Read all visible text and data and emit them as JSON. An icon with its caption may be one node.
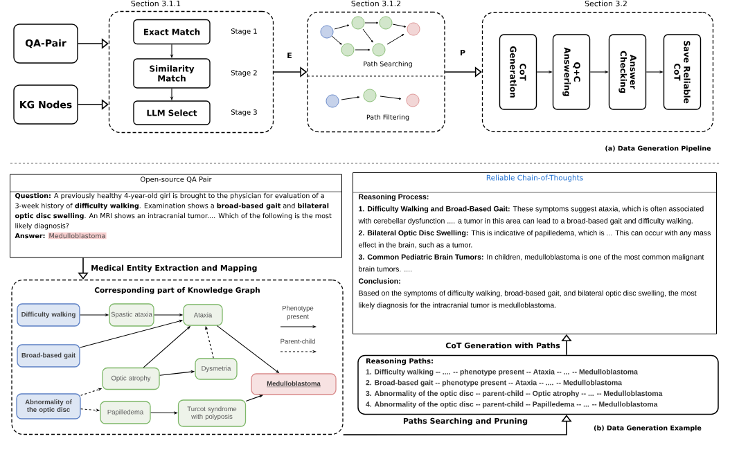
{
  "diagram": {
    "nodes": [
      {
        "text": [
          "QA-Pair"
        ]
      },
      {
        "text": [
          "KG Nodes"
        ]
      },
      {
        "text": [
          "Section 3.1.1"
        ]
      },
      {
        "text": [
          "Exact Match"
        ],
        "in": 2,
        "beside": [
          "Stage 1"
        ]
      },
      {
        "text": [
          "Similarity Match"
        ],
        "in": 2,
        "beside": [
          "Stage 2"
        ]
      },
      {
        "text": [
          "LLM Select"
        ],
        "in": 2,
        "beside": [
          "Stage 3"
        ]
      },
      {
        "text": [
          "Section 3.1.2",
          "Path Searching",
          "Path Filtering"
        ]
      },
      {
        "text": [
          "Section 3.2"
        ]
      },
      {
        "text": [
          "CoT Generation"
        ],
        "in": 7
      },
      {
        "text": [
          "Q+C Answering"
        ],
        "in": 7
      },
      {
        "text": [
          "Answer Checking"
        ],
        "in": 7
      },
      {
        "text": [
          "Save Reliable CoT"
        ],
        "in": 7
      },
      {
        "text": [
          "Open-source QA Pair",
          "**Question:** A previously healthy 4-year-old girl is brought to the physician for evaluation of a 3-week history of **difficulty walking**. Examination shows a **broad-based gait** and **bilateral optic disc swelling**. An MRI shows an intracranial tumor.... Which of the following is the most likely diagnosis?",
          "Answer:",
          "Medulloblastoma"
        ]
      },
      {
        "text": [
          "Corresponding part of Knowledge Graph"
        ]
      },
      {
        "text": [
          "Difficulty walking"
        ],
        "in": 13
      },
      {
        "text": [
          "Spastic ataxia"
        ],
        "in": 13
      },
      {
        "text": [
          "Ataxia"
        ],
        "in": 13
      },
      {
        "text": [
          "Broad-based gait"
        ],
        "in": 13
      },
      {
        "text": [
          "Dysmetria"
        ],
        "in": 13
      },
      {
        "text": [
          "Optic atrophy"
        ],
        "in": 13
      },
      {
        "text": [
          "Medulloblastoma"
        ],
        "in": 13
      },
      {
        "text": [
          "Abnormality of the optic disc"
        ],
        "in": 13
      },
      {
        "text": [
          "Papilledema"
        ],
        "in": 13
      },
      {
        "text": [
          "Turcot syndrome with polyposis"
        ],
        "in": 13
      },
      {
        "text": [
          "Reliable Chain-of-Thoughts",
          "Reasoning Process:",
          "**1. Difficulty Walking and Broad-Based Gait:** These symptoms suggest ataxia, which is often associated with cerebellar dysfunction .... a tumor in this area can lead to a broad-based gait and difficulty walking.",
          "**2. Bilateral Optic Disc Swelling:** This is indicative of papilledema, which is ... This can occur with any mass effect in the brain, such as a tumor.",
          "**3. Common Pediatric Brain Tumors:** In children, medulloblastoma is one of the most common malignant brain tumors. ....",
          "Conclusion:",
          "Based on the symptoms of difficulty walking, broad-based gait, and bilateral optic disc swelling, the most likely diagnosis for the intracranial tumor is medulloblastoma."
        ]
      },
      {
        "text": [
          "Reasoning Paths:",
          "1. Difficulty walking -- .... -- phenotype present -- Ataxia -- ... -- Medulloblastoma",
          "2. Broad-based gait -- phenotype present -- Ataxia -- .... -- Medulloblastoma",
          "3. Abnormality of the optic disc -- parent-child -- Optic atrophy -- ... -- Medulloblastoma",
          "4. Abnormality of the optic disc -- parent-child -- Papilledema -- ... -- Medulloblastoma"
        ]
      }
    ],
    "edges": [
      {
        "from": 0,
        "to": 2,
        "arrow": "to"
      },
      {
        "from": 1,
        "to": 2,
        "arrow": "to"
      },
      {
        "from": 3,
        "to": 4,
        "arrow": "to"
      },
      {
        "from": 4,
        "to": 5,
        "arrow": "to"
      },
      {
        "from": 2,
        "to": 6,
        "arrow": "to",
        "label": "E"
      },
      {
        "from": 6,
        "to": 7,
        "arrow": "to",
        "label": "P"
      },
      {
        "from": 8,
        "to": 9,
        "arrow": "to"
      },
      {
        "from": 9,
        "to": 10,
        "arrow": "to"
      },
      {
        "from": 10,
        "to": 11,
        "arrow": "to"
      },
      {
        "from": 12,
        "to": 13,
        "arrow": "to",
        "label": "Medical Entity Extraction and Mapping"
      },
      {
        "from": 14,
        "to": 15,
        "arrow": "to"
      },
      {
        "from": 15,
        "to": 16,
        "arrow": "to"
      },
      {
        "from": 17,
        "to": 16,
        "arrow": "to"
      },
      {
        "from": 19,
        "to": 16,
        "arrow": "to"
      },
      {
        "from": 19,
        "to": 18,
        "arrow": "to"
      },
      {
        "from": 18,
        "to": 16,
        "arrow": "to",
        "style": "dashed"
      },
      {
        "from": 16,
        "to": 20,
        "arrow": "to"
      },
      {
        "from": 21,
        "to": 19,
        "arrow": "to",
        "style": "dashed"
      },
      {
        "from": 21,
        "to": 22,
        "arrow": "to",
        "style": "dashed"
      },
      {
        "from": 22,
        "to": 23,
        "arrow": "to"
      },
      {
        "from": 23,
        "to": 20,
        "arrow": "to"
      },
      {
        "from": 13,
        "to": 25,
        "arrow": "to",
        "label": "Paths Searching and Pruning"
      },
      {
        "from": 25,
        "to": 24,
        "arrow": "to",
        "label": "CoT Generation with Paths"
      }
    ],
    "labels": [
      "(a) Data Generation Pipeline",
      "(b) Data Generation Example"
    ],
    "legend": [
      {
        "text": "Phenotype present"
      },
      {
        "text": "Parent-child"
      }
    ]
  }
}
